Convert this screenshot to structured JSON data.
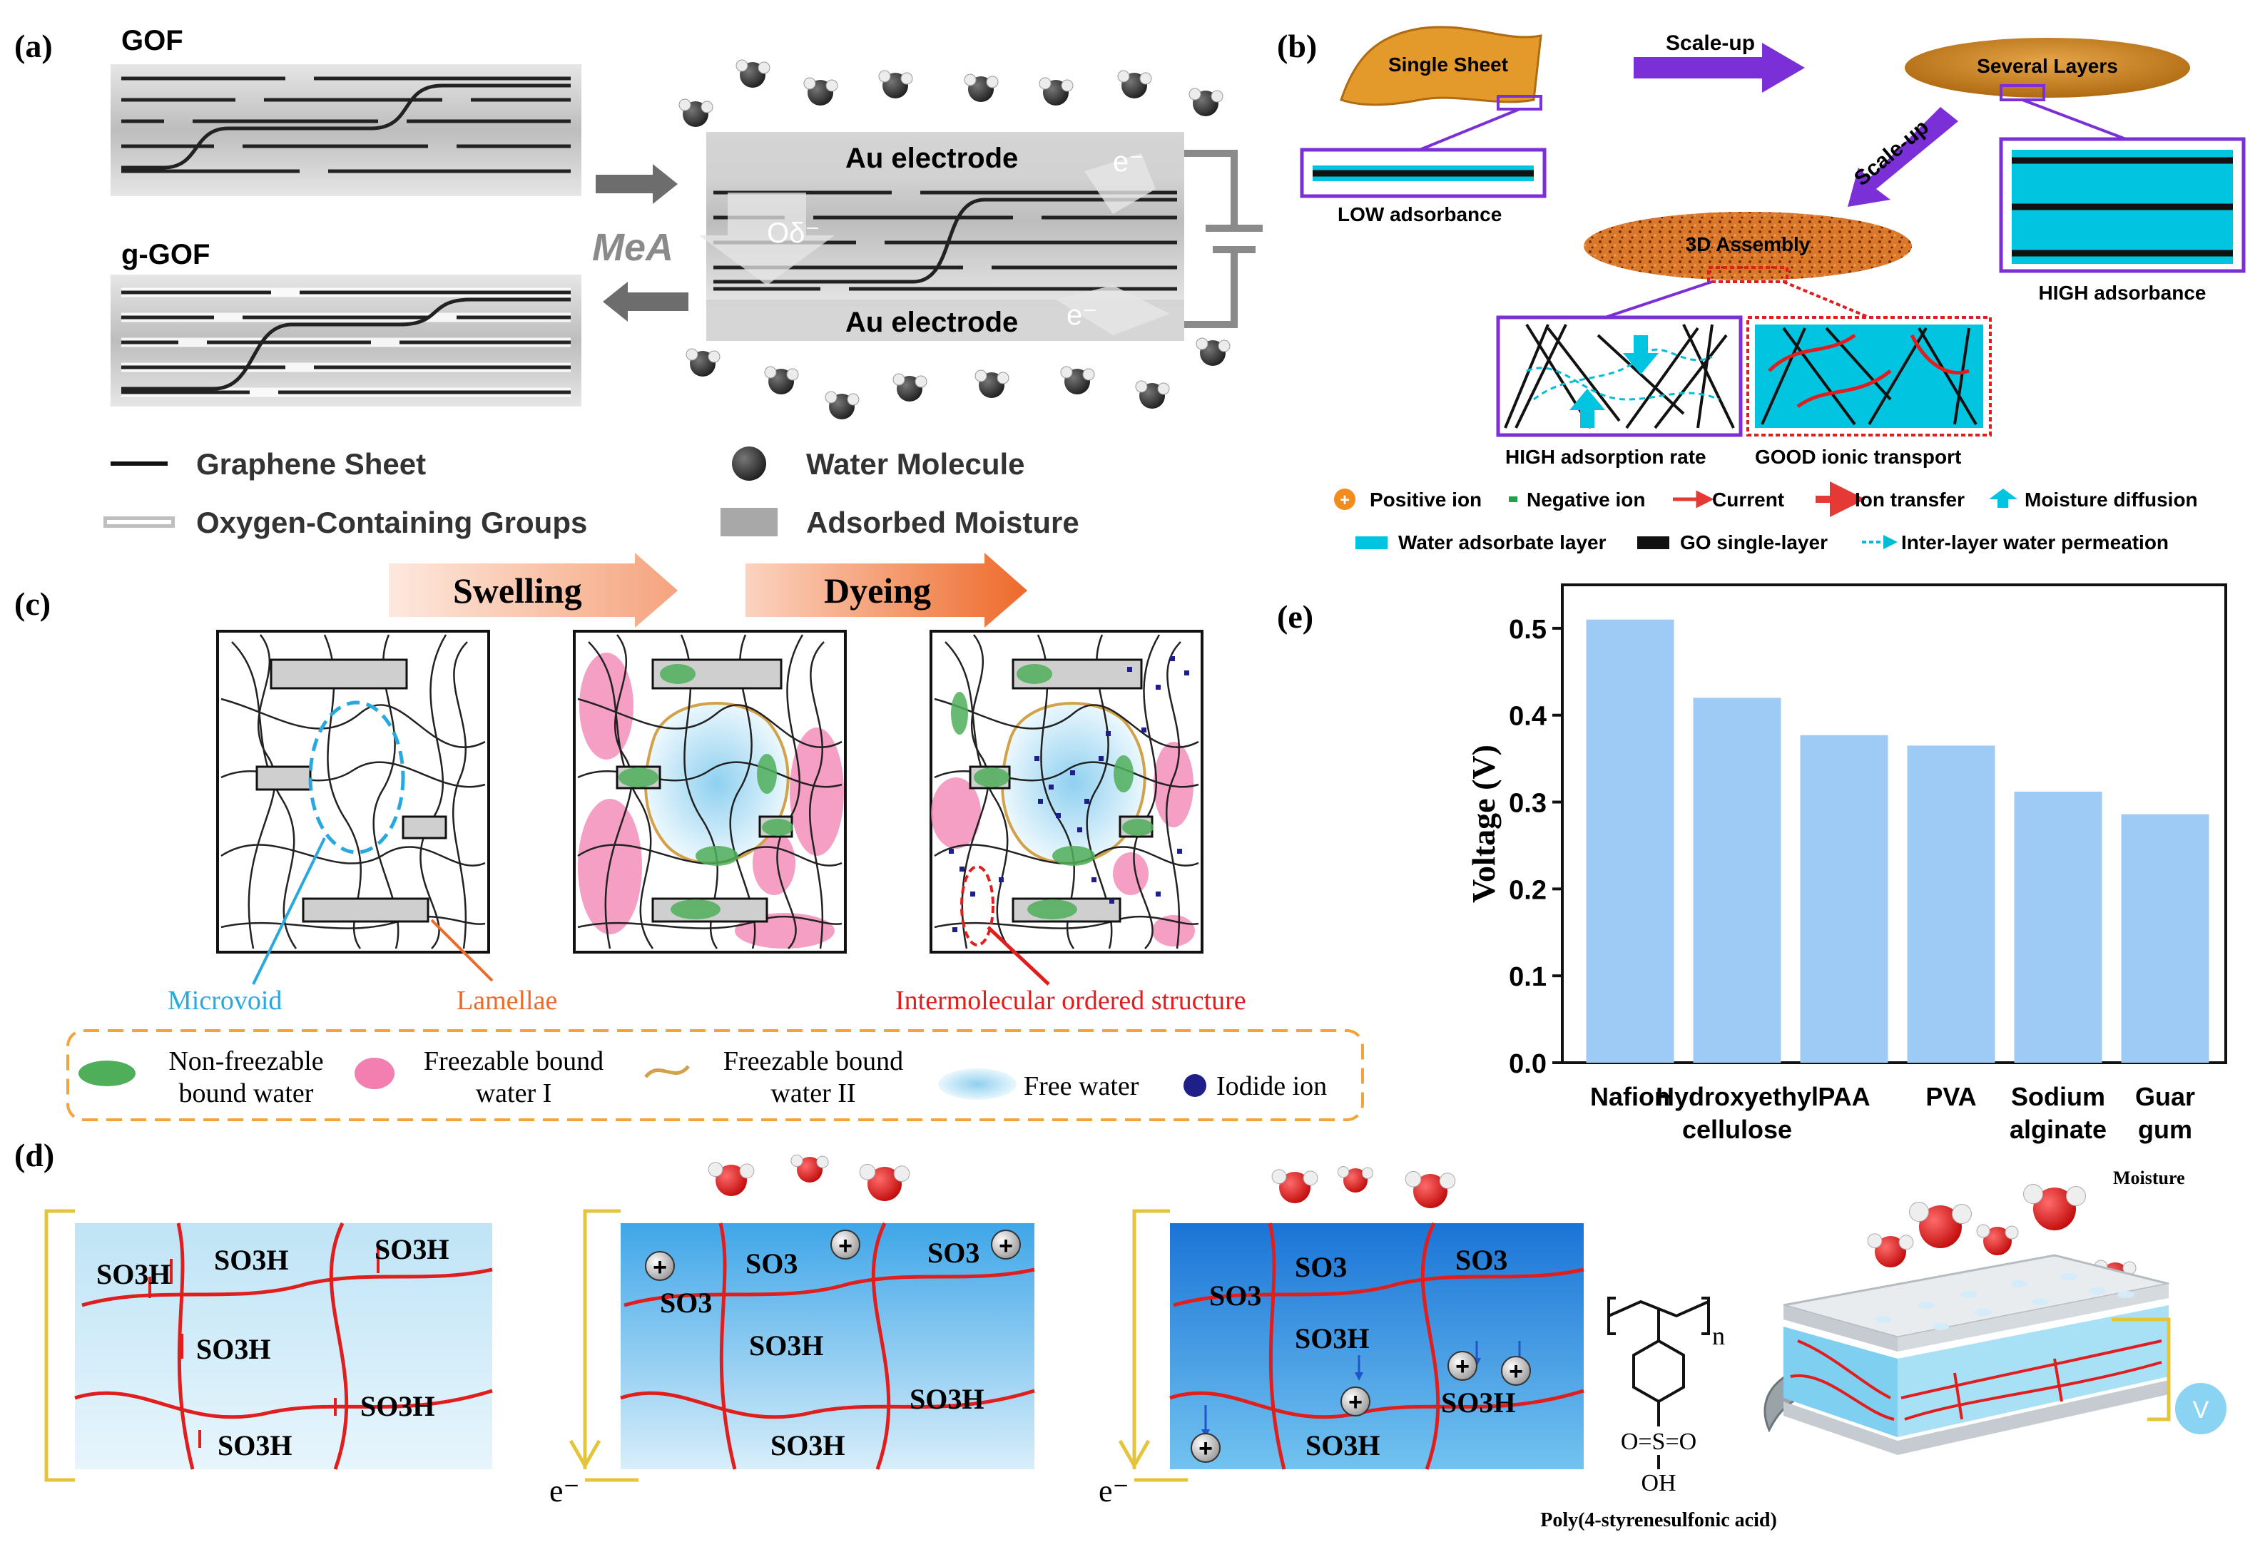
{
  "panel_labels": {
    "a": "(a)",
    "b": "(b)",
    "c": "(c)",
    "d": "(d)",
    "e": "(e)"
  },
  "panel_a": {
    "gof_label": "GOF",
    "ggof_label": "g-GOF",
    "mea_label": "MeA",
    "electrode_top": "Au electrode",
    "electrode_bottom": "Au electrode",
    "oxygen_label": "Oδ⁻",
    "electron_top": "e⁻",
    "electron_bottom": "e⁻",
    "legend": {
      "graphene": "Graphene Sheet",
      "water": "Water Molecule",
      "oxygen": "Oxygen-Containing Groups",
      "moisture": "Adsorbed Moisture"
    }
  },
  "panel_b": {
    "single_sheet": "Single Sheet",
    "several_layers": "Several Layers",
    "assembly": "3D Assembly",
    "scaleup_1": "Scale-up",
    "scaleup_2": "Scale-up",
    "low_adsorbance": "LOW adsorbance",
    "high_adsorbance": "HIGH adsorbance",
    "high_rate": "HIGH  adsorption rate",
    "good_transport": "GOOD ionic transport",
    "legend": {
      "positive_ion": "Positive ion",
      "negative_ion": "Negative ion",
      "current": "Current",
      "ion_transfer": "Ion transfer",
      "moisture_diffusion": "Moisture diffusion",
      "water_layer": "Water adsorbate layer",
      "go_layer": "GO single-layer",
      "permeation": "Inter-layer water permeation"
    },
    "colors": {
      "cyan": "#00c4e0",
      "purple": "#7b2fd6",
      "orange": "#e8952b",
      "red": "#e01e1e"
    }
  },
  "panel_c": {
    "swelling": "Swelling",
    "dyeing": "Dyeing",
    "microvoid": "Microvoid",
    "lamellae": "Lamellae",
    "intermolecular": "Intermolecular ordered structure",
    "legend": {
      "nonfreezable_1": "Non-freezable",
      "nonfreezable_2": "bound water",
      "freezable1_1": "Freezable bound",
      "freezable1_2": "water I",
      "freezable2_1": "Freezable bound",
      "freezable2_2": "water II",
      "free_water": "Free water",
      "iodide": "Iodide ion"
    }
  },
  "panel_d": {
    "so3h": "SO3H",
    "so3": "SO3",
    "electron": "e⁻",
    "moisture": "Moisture",
    "voltmeter": "V",
    "chem_name": "Poly(4-styrenesulfonic acid)",
    "subscript_n": "n",
    "sulfonic": "O=S=O",
    "oh": "OH"
  },
  "chart_data": {
    "type": "bar",
    "ylabel": "Voltage (V)",
    "xlabel": "",
    "ylim": [
      0.0,
      0.55
    ],
    "yticks": [
      "0.0",
      "0.1",
      "0.2",
      "0.3",
      "0.4",
      "0.5"
    ],
    "categories": [
      [
        "Nafion"
      ],
      [
        "Hydroxyethyl",
        "cellulose"
      ],
      [
        "PAA"
      ],
      [
        "PVA"
      ],
      [
        "Sodium",
        "alginate"
      ],
      [
        "Guar",
        "gum"
      ]
    ],
    "values": [
      0.51,
      0.42,
      0.377,
      0.365,
      0.312,
      0.286
    ],
    "bar_color": "#9ecbf5"
  }
}
